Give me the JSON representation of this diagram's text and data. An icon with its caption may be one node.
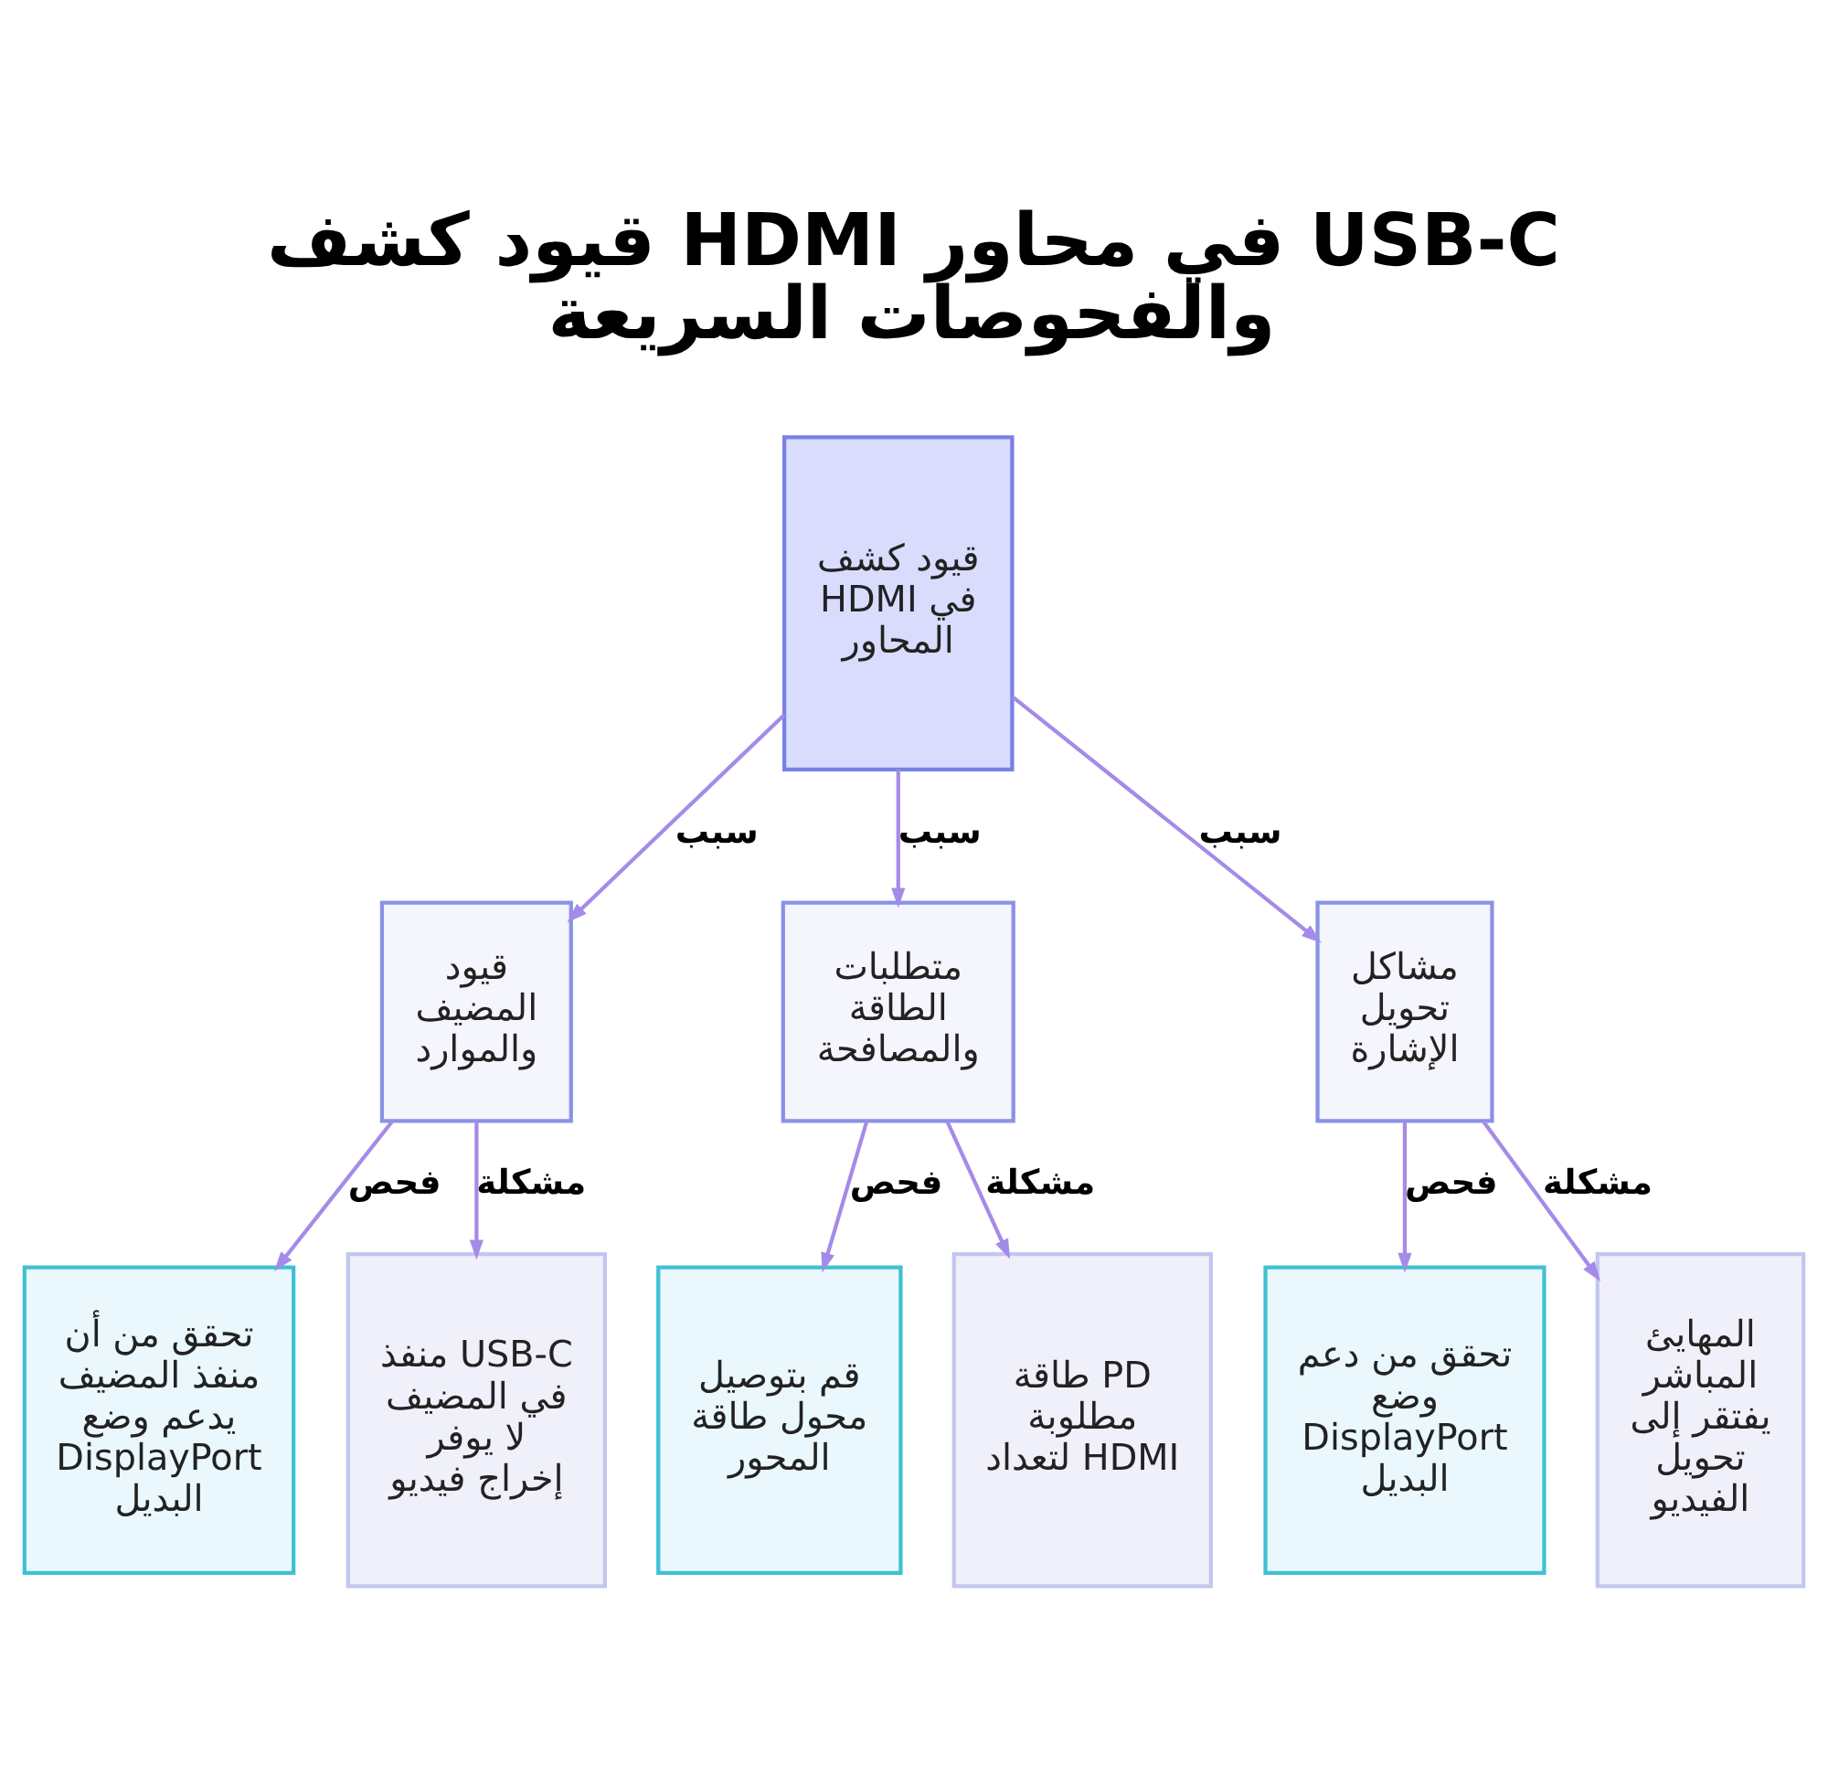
{
  "diagram": {
    "title": "قيود كشف HDMI في محاور USB-C والفحوصات السريعة",
    "nodes": [
      {
        "text": [
          "قيود كشف HDMI في المحاور"
        ]
      },
      {
        "text": [
          "مشاكل تحويل الإشارة"
        ]
      },
      {
        "text": [
          "متطلبات الطاقة والمصافحة"
        ]
      },
      {
        "text": [
          "قيود المضيف والموارد"
        ]
      },
      {
        "text": [
          "المهايئ المباشر يفتقر إلى تحويل الفيديو"
        ]
      },
      {
        "text": [
          "تحقق من دعم وضع DisplayPort البديل"
        ]
      },
      {
        "text": [
          "طاقة PD مطلوبة لتعداد HDMI"
        ]
      },
      {
        "text": [
          "قم بتوصيل محول طاقة المحور"
        ]
      },
      {
        "text": [
          "منفذ USB-C في المضيف لا يوفر إخراج فيديو"
        ]
      },
      {
        "text": [
          "تحقق من أن منفذ المضيف يدعم وضع DisplayPort البديل"
        ]
      }
    ],
    "edges": [
      {
        "from": 0,
        "to": 1,
        "arrow": "to",
        "label": "سبب"
      },
      {
        "from": 0,
        "to": 2,
        "arrow": "to",
        "label": "سبب"
      },
      {
        "from": 0,
        "to": 3,
        "arrow": "to",
        "label": "سبب"
      },
      {
        "from": 1,
        "to": 4,
        "arrow": "to",
        "label": "مشكلة"
      },
      {
        "from": 1,
        "to": 5,
        "arrow": "to",
        "label": "فحص"
      },
      {
        "from": 2,
        "to": 6,
        "arrow": "to",
        "label": "مشكلة"
      },
      {
        "from": 2,
        "to": 7,
        "arrow": "to",
        "label": "فحص"
      },
      {
        "from": 3,
        "to": 8,
        "arrow": "to",
        "label": "مشكلة"
      },
      {
        "from": 3,
        "to": 9,
        "arrow": "to",
        "label": "فحص"
      }
    ]
  }
}
